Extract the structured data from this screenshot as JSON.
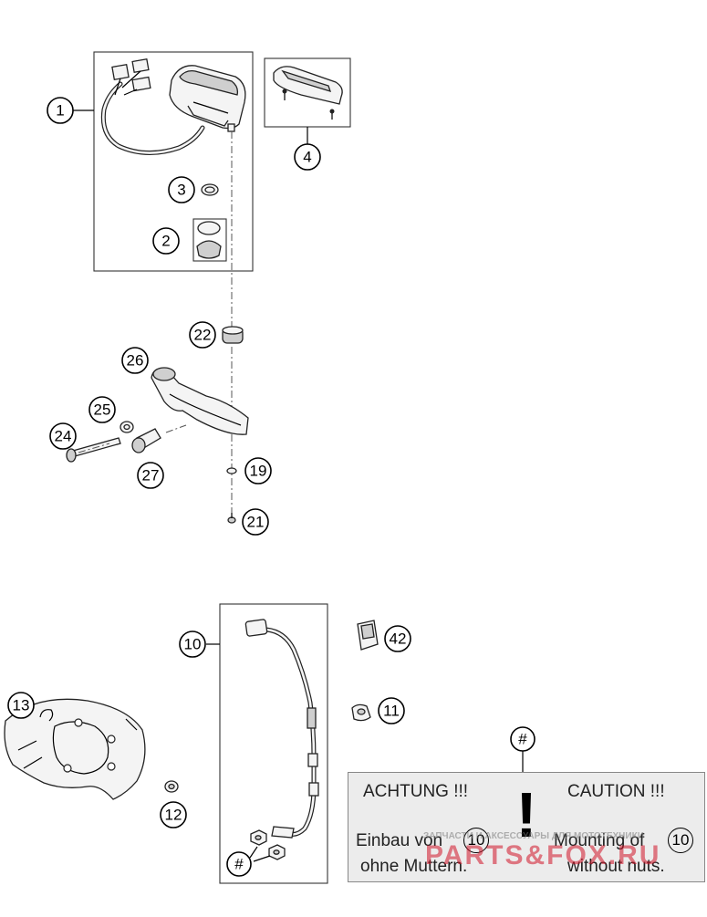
{
  "callouts": {
    "c1": "1",
    "c2": "2",
    "c3": "3",
    "c4": "4",
    "c10": "10",
    "c11": "11",
    "c12": "12",
    "c13": "13",
    "c19": "19",
    "c21": "21",
    "c22": "22",
    "c24": "24",
    "c25": "25",
    "c26": "26",
    "c27": "27",
    "c42": "42",
    "hash_bottom": "#",
    "hash_panel": "#"
  },
  "caution": {
    "achtung": "ACHTUNG !!!",
    "caution": "CAUTION !!!",
    "bang": "!",
    "de_line1_a": "Einbau von",
    "de_ref": "10",
    "de_line2": "ohne Muttern.",
    "en_line1_a": "Mounting of",
    "en_ref": "10",
    "en_line2": "without nuts."
  },
  "watermark": {
    "small": "ЗАПЧАСТИ И АКСЕССУАРЫ ДЛЯ МОТОТЕХНИКИ",
    "big": "PARTS&FOX.RU"
  }
}
